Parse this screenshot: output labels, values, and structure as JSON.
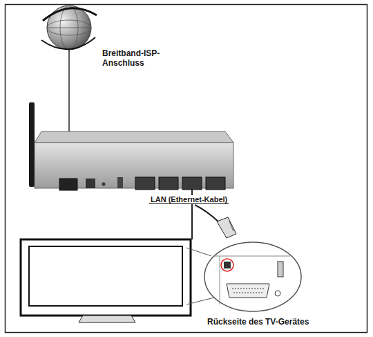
{
  "diagram": {
    "nodes": [
      {
        "text": [
          "Breitband-ISP-Anschluss"
        ]
      },
      {
        "text": [
          "Rückseite des TV-Gerätes"
        ]
      }
    ],
    "labels": [
      "LAN (Ethernet-Kabel)"
    ]
  }
}
